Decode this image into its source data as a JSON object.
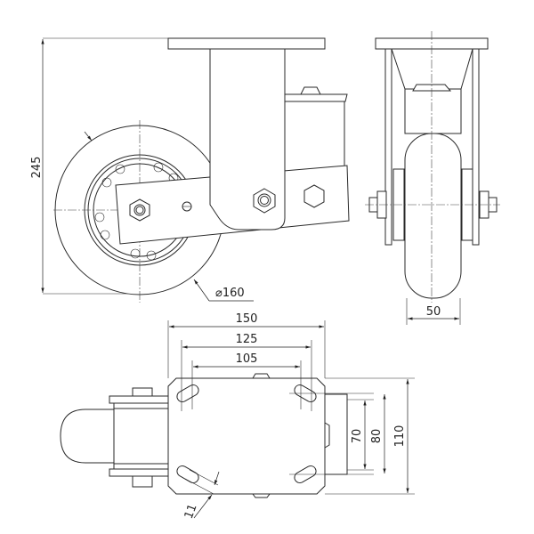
{
  "drawing": {
    "dimensions": {
      "total_height": "245",
      "wheel_diameter": "⌀160",
      "wheel_width": "50",
      "plate_length": "150",
      "hole_spacing_outer": "125",
      "hole_spacing_inner": "105",
      "hole_spacing_cross_inner": "70",
      "hole_spacing_cross_outer": "80",
      "plate_width": "110",
      "slot_width": "11"
    }
  }
}
